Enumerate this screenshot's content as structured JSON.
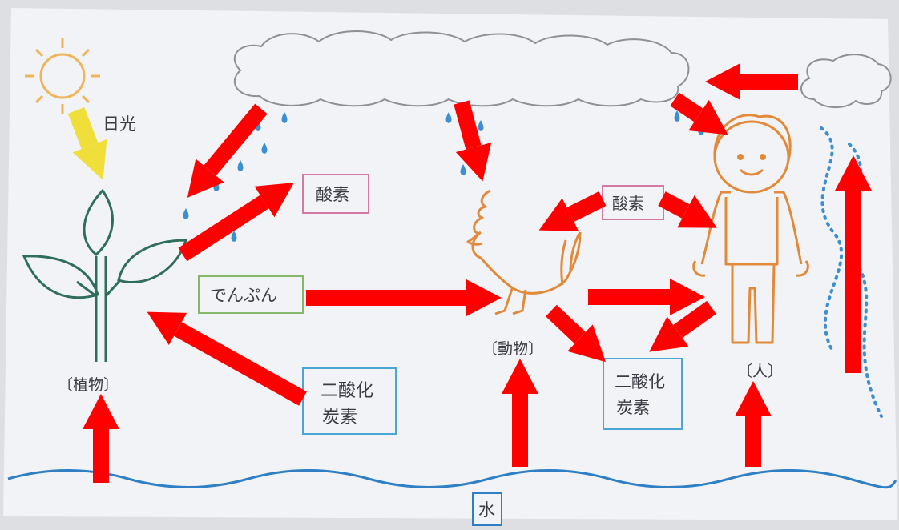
{
  "labels": {
    "sunlight": "日光",
    "oxygen_left": "酸素",
    "oxygen_right": "酸素",
    "starch": "でんぷん",
    "co2_left_line1": "二酸化",
    "co2_left_line2": "炭素",
    "co2_right_line1": "二酸化",
    "co2_right_line2": "炭素",
    "plant": "〔植物〕",
    "animal": "〔動物〕",
    "human": "〔人〕",
    "water": "水"
  },
  "colors": {
    "paper": "#f2f3f6",
    "cloud": "#8e9096",
    "sun": "#f0b45a",
    "sunlight_arrow": "#f0df3a",
    "raindrop": "#3d8fd0",
    "plant": "#2f6e5a",
    "animal": "#e28a3a",
    "oxygen_box": "#d27aa4",
    "starch_box": "#86b86a",
    "co2_box": "#4aa6d4",
    "water_wave": "#2e7fc4",
    "red_arrow": "#ff0000"
  }
}
